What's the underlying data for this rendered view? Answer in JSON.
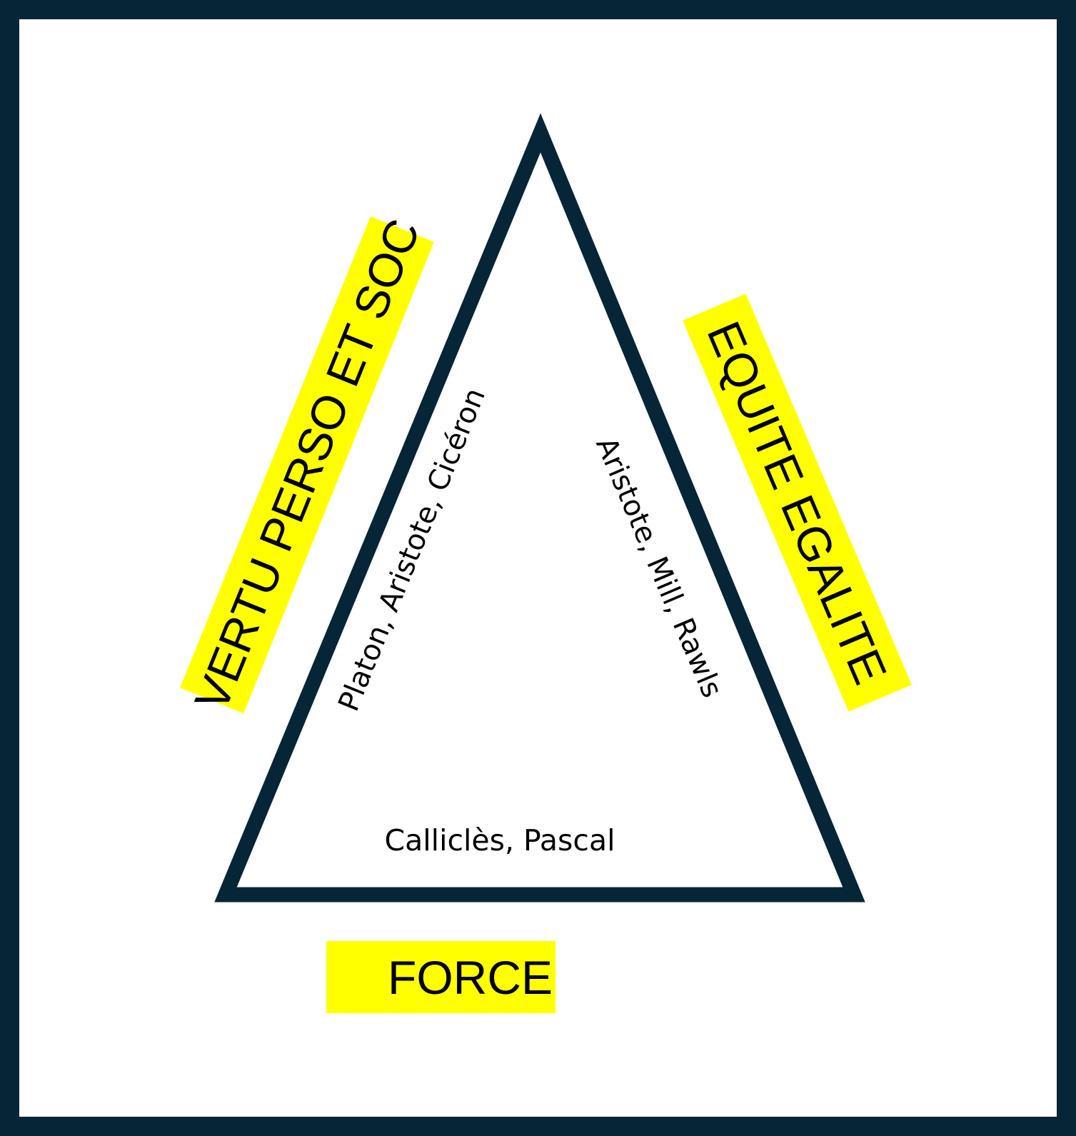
{
  "diagram": {
    "colors": {
      "frame": "#062536",
      "triangle_stroke": "#062536",
      "highlight": "#ffff00",
      "background": "#ffffff"
    },
    "labels": {
      "left_side": "VERTU PERSO ET SOC",
      "right_side": "EQUITE EGALITE",
      "bottom": "FORCE"
    },
    "authors": {
      "left": "Platon, Aristote,  Cicéron",
      "right": "Aristote, Mill, Rawls",
      "bottom": "Calliclès, Pascal"
    }
  }
}
